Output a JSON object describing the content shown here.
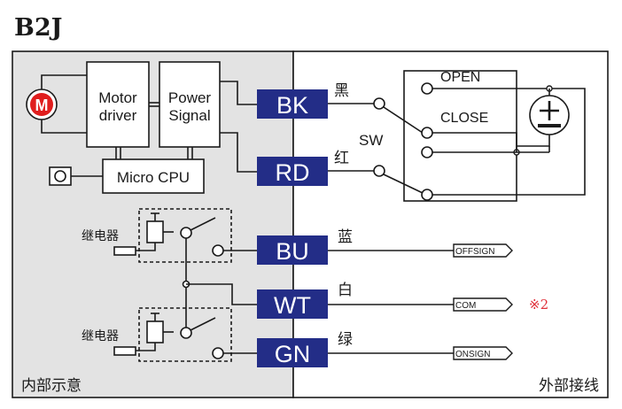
{
  "title": "B2J",
  "colors": {
    "inner_panel": "#e3e3e3",
    "wire_label_fill": "#232d87",
    "wire_label_text": "#ffffff",
    "motor_red": "#e01e1e",
    "note_red": "#e0303a",
    "line": "#1a1a1a"
  },
  "inner": {
    "motor_symbol": "M",
    "motor_driver_line1": "Motor",
    "motor_driver_line2": "driver",
    "power_signal_line1": "Power",
    "power_signal_line2": "Signal",
    "cpu_label": "Micro CPU",
    "relay1_label": "继电器",
    "relay2_label": "继电器",
    "section_label": "内部示意"
  },
  "wires": [
    {
      "code": "BK",
      "cn": "黑"
    },
    {
      "code": "RD",
      "cn": "红"
    },
    {
      "code": "BU",
      "cn": "蓝"
    },
    {
      "code": "WT",
      "cn": "白"
    },
    {
      "code": "GN",
      "cn": "绿"
    }
  ],
  "outer": {
    "sw_label": "SW",
    "open_label": "OPEN",
    "close_label": "CLOSE",
    "battery_symbol": "±",
    "section_label": "外部接线",
    "outputs": [
      "OFFSIGN",
      "COM",
      "ONSIGN"
    ],
    "note": "※2"
  }
}
